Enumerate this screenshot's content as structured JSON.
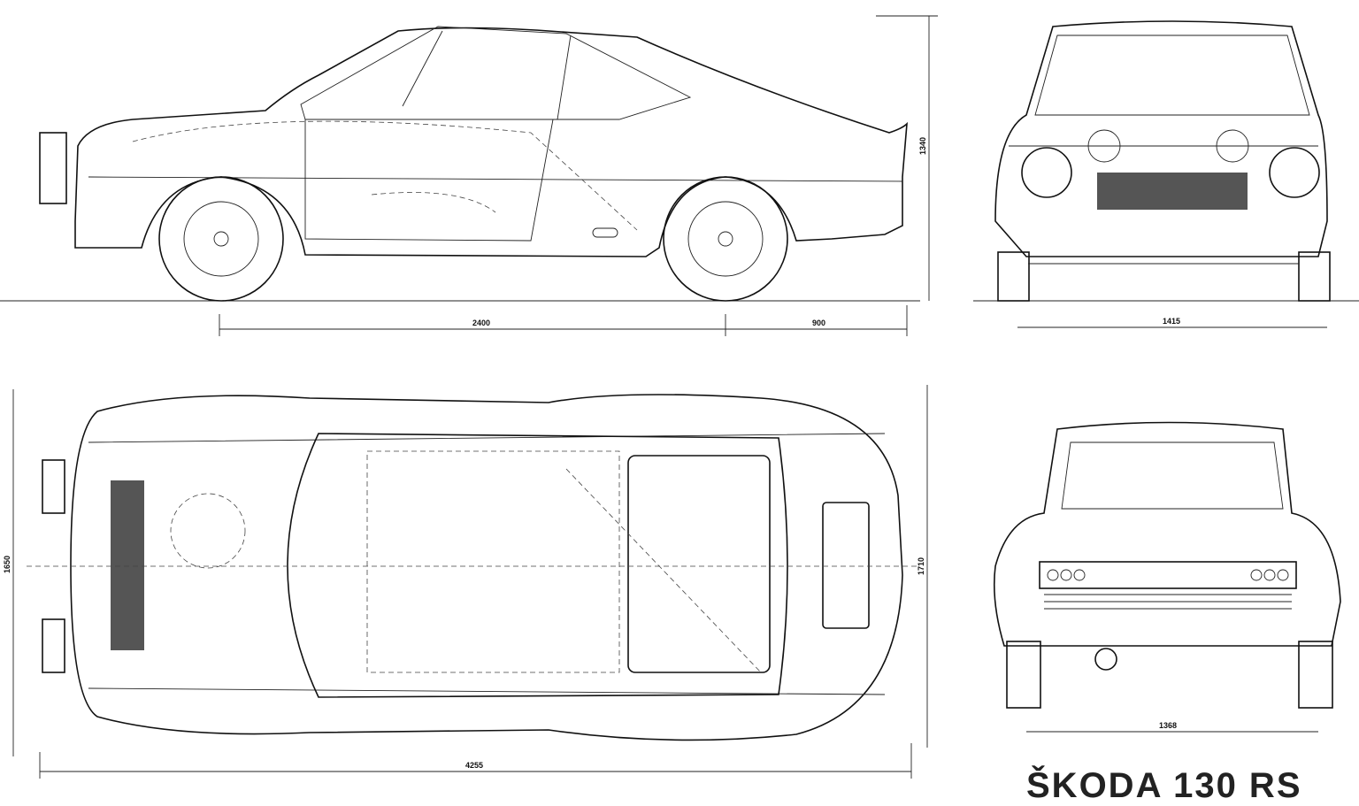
{
  "title": "ŠKODA 130 RS",
  "dimensions": {
    "side_height": "1340",
    "wheelbase": "2400",
    "rear_overhang": "900",
    "front_track": "1415",
    "top_width_left": "1650",
    "top_width_right": "1710",
    "overall_length": "4255",
    "rear_track": "1368"
  }
}
